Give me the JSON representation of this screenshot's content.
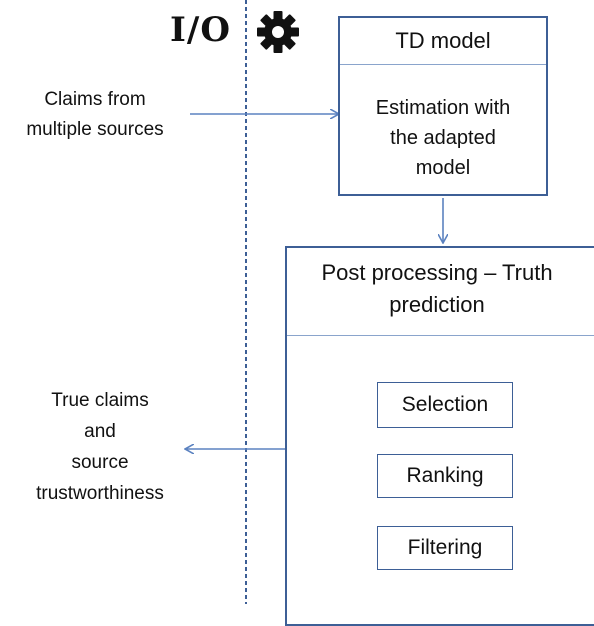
{
  "io_label": "I/O",
  "icons": {
    "gear": "gear-icon"
  },
  "inputs": {
    "claims": [
      "Claims from",
      "multiple sources"
    ]
  },
  "outputs": {
    "results": [
      "True claims",
      "and",
      "source",
      "trustworthiness"
    ]
  },
  "td_model": {
    "title": "TD model",
    "body": [
      "Estimation with",
      "the adapted",
      "model"
    ]
  },
  "post_processing": {
    "title": [
      "Post processing – Truth",
      "prediction"
    ],
    "steps": [
      "Selection",
      "Ranking",
      "Filtering"
    ]
  },
  "colors": {
    "line": "#3d5f96",
    "arrow": "#5b82c0",
    "divider": "#8aa4cc"
  }
}
